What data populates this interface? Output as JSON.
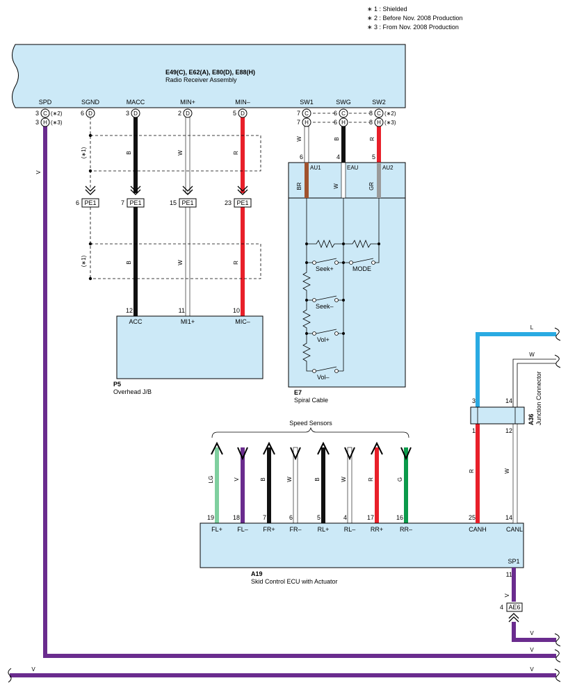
{
  "notes": [
    "∗ 1 : Shielded",
    "∗ 2 : Before Nov.  2008 Production",
    "∗ 3 : From Nov.  2008 Production"
  ],
  "radio": {
    "code": "E49(C), E62(A), E80(D), E88(H)",
    "name": "Radio Receiver Assembly",
    "terms": [
      "SPD",
      "SGND",
      "MACC",
      "MIN+",
      "MIN–",
      "SW1",
      "SWG",
      "SW2"
    ],
    "pins": [
      "3",
      "3",
      "6",
      "3",
      "2",
      "5",
      "7",
      "7",
      "6",
      "6",
      "8",
      "8"
    ],
    "conn": [
      "C",
      "H",
      "D",
      "D",
      "D",
      "D",
      "C",
      "H",
      "C",
      "H",
      "C",
      "H"
    ],
    "notes": [
      "(∗2)",
      "(∗3)",
      "(∗2)",
      "(∗3)"
    ]
  },
  "shield_label": "(∗1)",
  "pe1": {
    "name": "PE1",
    "pins": [
      "6",
      "7",
      "15",
      "23"
    ]
  },
  "wire_colors": {
    "V": "#6a2c8e",
    "B": "#111111",
    "W": "#ffffff",
    "R": "#e8202a",
    "BR": "#a0522d",
    "GR": "#9a9a9a",
    "LG": "#7fcf9f",
    "G": "#0a9a4a",
    "L": "#2aaae2"
  },
  "wire_labels": {
    "spd": "V",
    "macc": "B",
    "min_p": "W",
    "min_m": "R",
    "sw1": "W",
    "swg": "B",
    "sw2": "R",
    "au1": "BR",
    "eau": "W",
    "au2": "GR"
  },
  "p5": {
    "code": "P5",
    "name": "Overhead J/B",
    "pins": [
      "12",
      "11",
      "10"
    ],
    "terms": [
      "ACC",
      "MI1+",
      "MIC–"
    ]
  },
  "e7": {
    "code": "E7",
    "name": "Spiral Cable",
    "pins": [
      "6",
      "4",
      "5"
    ],
    "terms": [
      "AU1",
      "EAU",
      "AU2"
    ],
    "switches": [
      "Seek+",
      "MODE",
      "Seek–",
      "Vol+",
      "Vol–"
    ]
  },
  "speed_sensors": {
    "title": "Speed Sensors",
    "wires": [
      {
        "label": "LG",
        "color": "LG",
        "pin": "19",
        "term": "FL+",
        "dir": "up"
      },
      {
        "label": "V",
        "color": "V",
        "pin": "18",
        "term": "FL–",
        "dir": "down"
      },
      {
        "label": "B",
        "color": "B",
        "pin": "7",
        "term": "FR+",
        "dir": "up"
      },
      {
        "label": "W",
        "color": "W",
        "pin": "6",
        "term": "FR–",
        "dir": "down"
      },
      {
        "label": "B",
        "color": "B",
        "pin": "5",
        "term": "RL+",
        "dir": "up"
      },
      {
        "label": "W",
        "color": "W",
        "pin": "4",
        "term": "RL–",
        "dir": "down"
      },
      {
        "label": "R",
        "color": "R",
        "pin": "17",
        "term": "RR+",
        "dir": "up"
      },
      {
        "label": "G",
        "color": "G",
        "pin": "16",
        "term": "RR–",
        "dir": "down"
      }
    ]
  },
  "a19": {
    "code": "A19",
    "name": "Skid Control ECU with Actuator",
    "pins": [
      "25",
      "14",
      "11"
    ],
    "terms": [
      "CANH",
      "CANL",
      "SP1"
    ]
  },
  "a36": {
    "code": "A36",
    "name": "Junction Connector",
    "pins": [
      "3",
      "14",
      "1",
      "12"
    ]
  },
  "can_labels": {
    "l": "L",
    "w": "W",
    "r": "R",
    "w2": "W"
  },
  "ae6": {
    "name": "AE6",
    "pin": "4",
    "wire": "V"
  },
  "v_labels": [
    "V",
    "V",
    "V",
    "V",
    "V"
  ]
}
